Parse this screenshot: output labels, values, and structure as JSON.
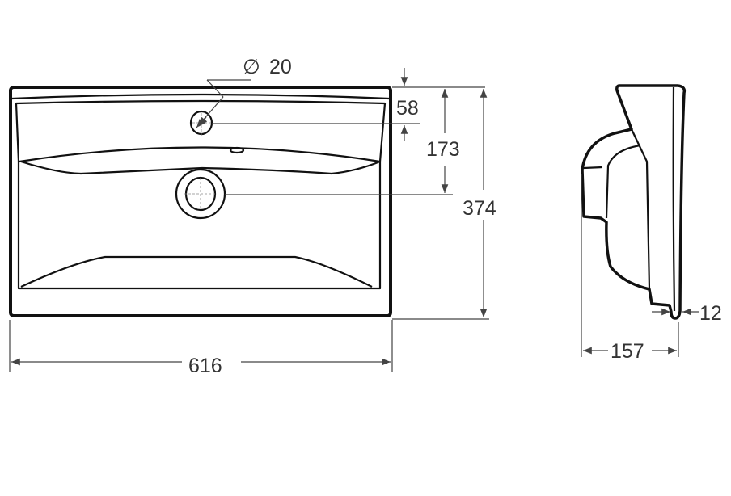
{
  "dimensions": {
    "width": "616",
    "height": "374",
    "tap_hole_diameter_symbol": "∅",
    "tap_hole_diameter": "20",
    "tap_hole_offset": "58",
    "drain_offset": "173",
    "depth": "157",
    "wall_thickness": "12"
  },
  "colors": {
    "line": "#111111",
    "dimension": "#444444",
    "text": "#333333"
  }
}
